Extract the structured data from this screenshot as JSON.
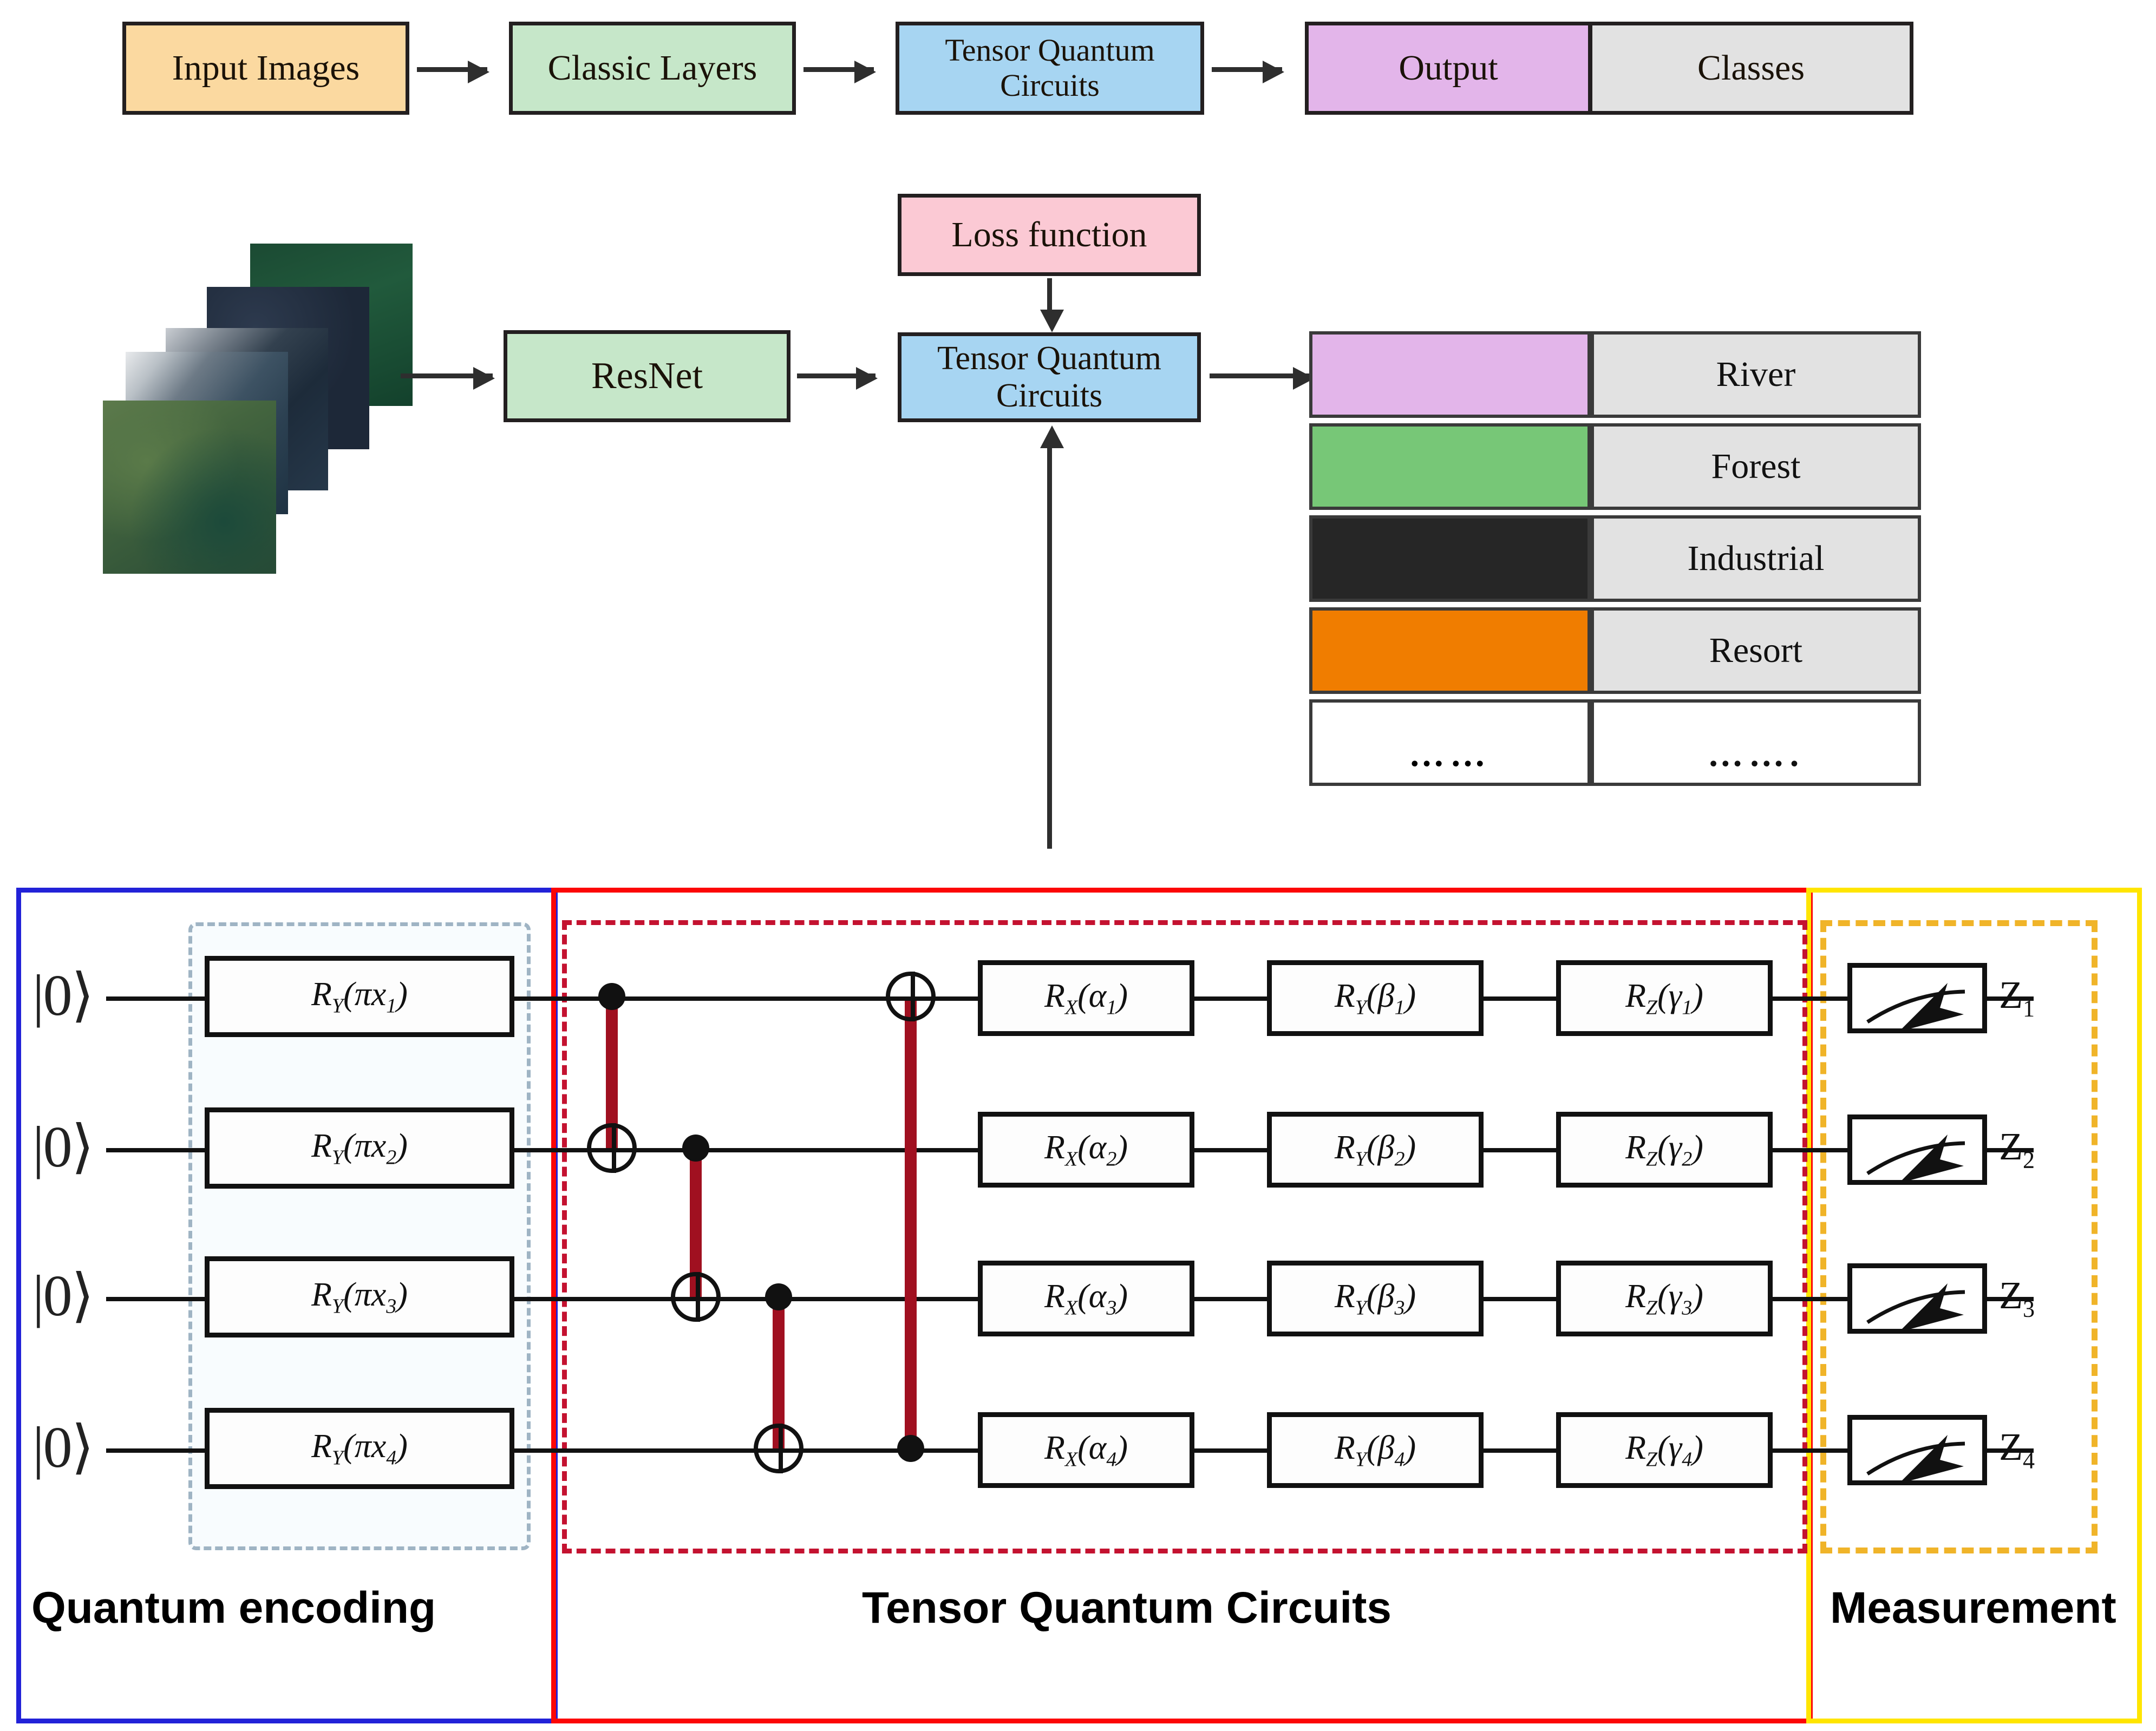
{
  "pipeline_top": {
    "boxes": [
      {
        "label": "Input Images",
        "color": "#fbd9a0"
      },
      {
        "label": "Classic Layers",
        "color": "#c6e7c9"
      },
      {
        "label": "Tensor Quantum Circuits",
        "color": "#a7d5f2"
      },
      {
        "label": "Output",
        "color": "#e3b5ea"
      },
      {
        "label": "Classes",
        "color": "#e2e2e2"
      }
    ]
  },
  "pipeline_bottom": {
    "resnet_label": "ResNet",
    "resnet_color": "#c6e7c9",
    "tqc_label": "Tensor Quantum Circuits",
    "tqc_color": "#a7d5f2",
    "loss_label": "Loss function",
    "loss_color": "#fbc9d4",
    "classes": [
      {
        "label": "River",
        "color": "#e3b5ea"
      },
      {
        "label": "Forest",
        "color": "#77c777"
      },
      {
        "label": "Industrial",
        "color": "#262626"
      },
      {
        "label": "Resort",
        "color": "#f07d00"
      },
      {
        "label": "…….",
        "color": "#ffffff"
      }
    ],
    "ellipsis_left": "……",
    "ellipsis_right": "……."
  },
  "circuit": {
    "sections": [
      {
        "name": "Quantum encoding",
        "color": "#2222d8"
      },
      {
        "name": "Tensor Quantum Circuits",
        "color": "#fc0606"
      },
      {
        "name": "Measurement",
        "color": "#ffe500"
      }
    ],
    "qubits": [
      {
        "ket": "|0⟩",
        "encode": "R_Y(πx_1)",
        "rx": "R_X(α_1)",
        "ry": "R_Y(β_1)",
        "rz": "R_Z(γ_1)",
        "measure": "Z_1"
      },
      {
        "ket": "|0⟩",
        "encode": "R_Y(πx_2)",
        "rx": "R_X(α_2)",
        "ry": "R_Y(β_2)",
        "rz": "R_Z(γ_2)",
        "measure": "Z_2"
      },
      {
        "ket": "|0⟩",
        "encode": "R_Y(πx_3)",
        "rx": "R_X(α_3)",
        "ry": "R_Y(β_3)",
        "rz": "R_Z(γ_3)",
        "measure": "Z_3"
      },
      {
        "ket": "|0⟩",
        "encode": "R_Y(πx_4)",
        "rx": "R_X(α_4)",
        "ry": "R_Y(β_4)",
        "rz": "R_Z(γ_4)",
        "measure": "Z_4"
      }
    ],
    "encode_gates": [
      "R",
      "Y",
      "(πx",
      "1",
      ")"
    ],
    "cnots": [
      {
        "control_qubit": 1,
        "target_qubit": 2
      },
      {
        "control_qubit": 2,
        "target_qubit": 3
      },
      {
        "control_qubit": 3,
        "target_qubit": 4
      },
      {
        "control_qubit": 4,
        "target_qubit": 1
      }
    ],
    "cnot_color": "#a01020",
    "labels": {
      "ket": "|0⟩",
      "q1_enc": "R",
      "q1_enc_sub": "Y",
      "q1_enc_arg": "(πx",
      "q1_enc_idx": "1",
      "rx_sym": "R",
      "rx_sub": "X",
      "ry_sym": "R",
      "ry_sub": "Y",
      "rz_sym": "R",
      "rz_sub": "Z",
      "alpha": "α",
      "beta": "β",
      "gamma": "γ",
      "close": ")"
    }
  }
}
